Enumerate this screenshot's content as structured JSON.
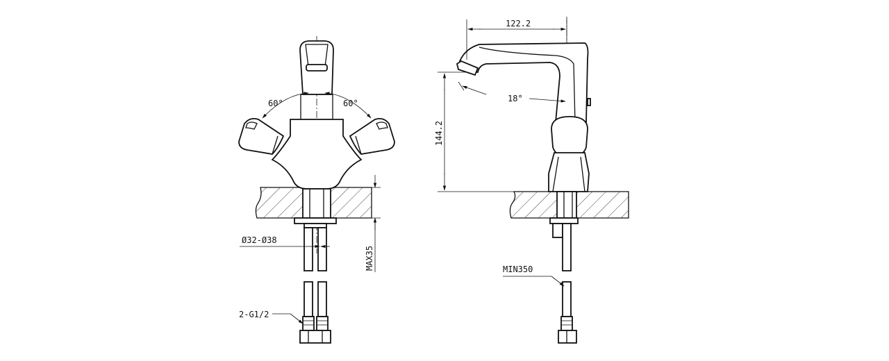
{
  "front_view": {
    "angle_left": "60°",
    "angle_right": "60°",
    "hole_diameter": "Ø32-Ø38",
    "max_thickness": "MAX35",
    "connection_thread": "2-G1/2"
  },
  "side_view": {
    "reach": "122.2",
    "height": "144.2",
    "spout_angle": "18°",
    "min_hose": "MIN350"
  }
}
